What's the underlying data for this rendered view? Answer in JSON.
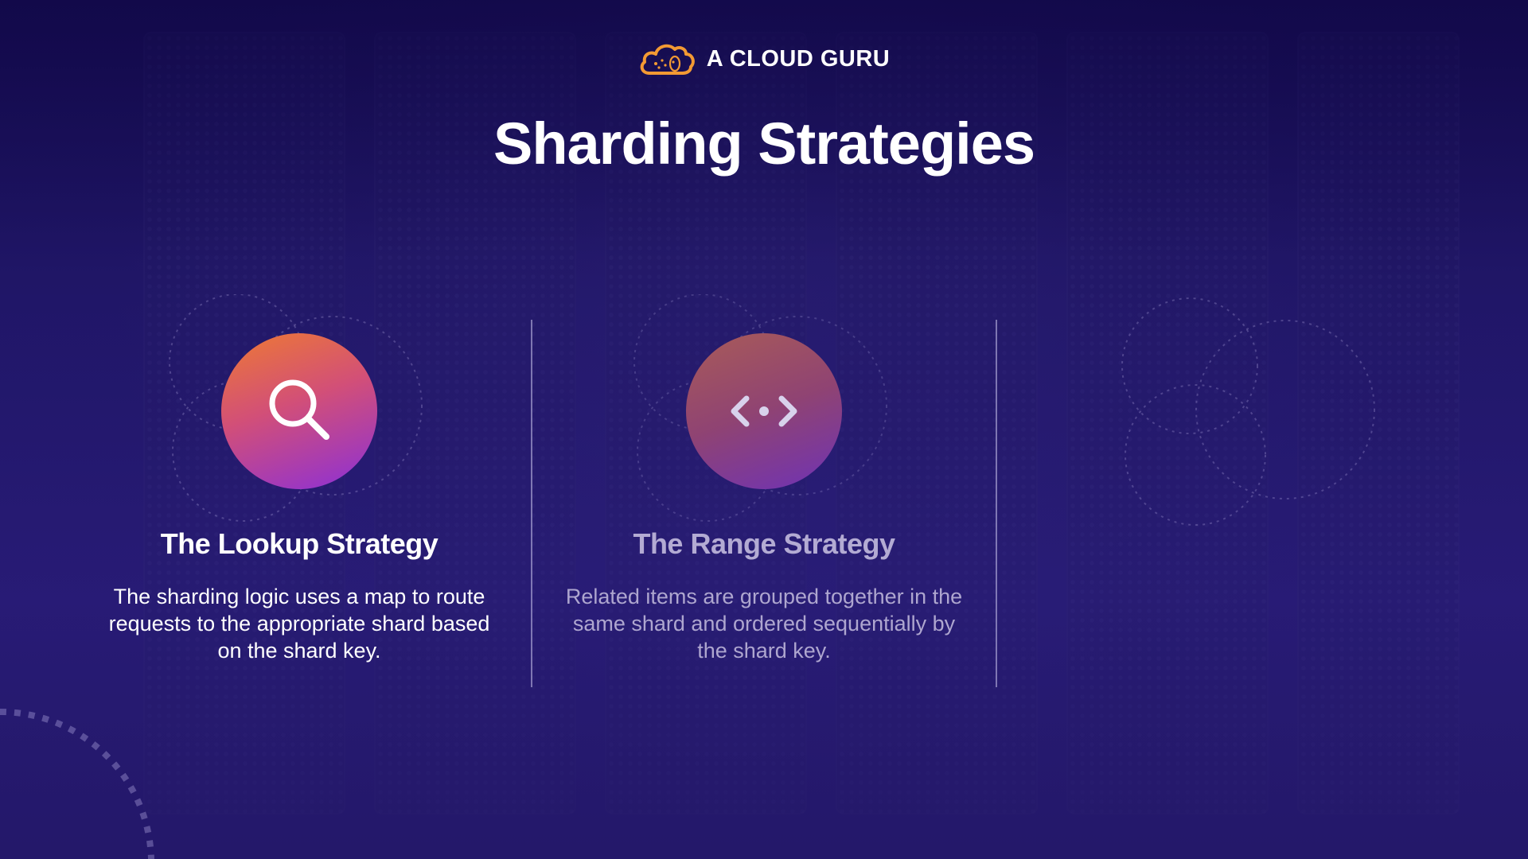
{
  "brand": {
    "name": "A CLOUD GURU",
    "logo_icon": "cloud-icon",
    "logo_color": "#f39a33"
  },
  "page": {
    "title": "Sharding Strategies"
  },
  "cards": [
    {
      "title": "The Lookup Strategy",
      "description": "The sharding logic uses a map to route requests to the appropriate shard based on the shard key.",
      "icon": "search-icon",
      "highlighted": true
    },
    {
      "title": "The Range Strategy",
      "description": "Related items are grouped together in the same shard and ordered sequentially by the shard key.",
      "icon": "range-code-icon",
      "highlighted": false
    }
  ],
  "colors": {
    "background": "#1e1656",
    "accent_orange": "#ee7a32",
    "accent_purple": "#8b2fd8",
    "dim_text": "#aea6cf"
  }
}
